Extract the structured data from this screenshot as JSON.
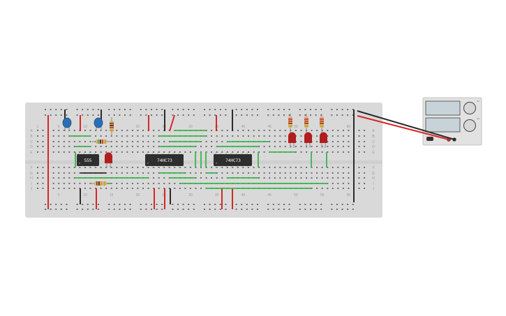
{
  "board": {
    "columns": 63,
    "rows_top": [
      "A",
      "B",
      "C",
      "D",
      "E"
    ],
    "rows_bottom": [
      "F",
      "G",
      "H",
      "I",
      "J"
    ],
    "column_labels_top": [
      "1",
      "5",
      "10",
      "15",
      "20",
      "25",
      "30",
      "35",
      "40",
      "45",
      "50",
      "55",
      "60"
    ],
    "column_labels_bottom": [
      "5",
      "10",
      "15",
      "20",
      "25",
      "30",
      "35",
      "40",
      "45",
      "50",
      "55",
      "60"
    ]
  },
  "chips": [
    {
      "id": "chip-555",
      "label": "555"
    },
    {
      "id": "chip-74hc73-a",
      "label": "74HC73"
    },
    {
      "id": "chip-74hc73-b",
      "label": "74HC73"
    }
  ],
  "power_supply": {
    "knob_left_label": "CV",
    "knob_right_label": "CC"
  },
  "colors": {
    "board": "#d9d9d9",
    "hole": "#6e6e6e",
    "wire_green": "#3ab54a",
    "wire_red": "#d62728",
    "wire_black": "#2b2b2b",
    "chip": "#2e2e2e",
    "led": "#b01e1e",
    "capacitor": "#2a6fb5"
  }
}
